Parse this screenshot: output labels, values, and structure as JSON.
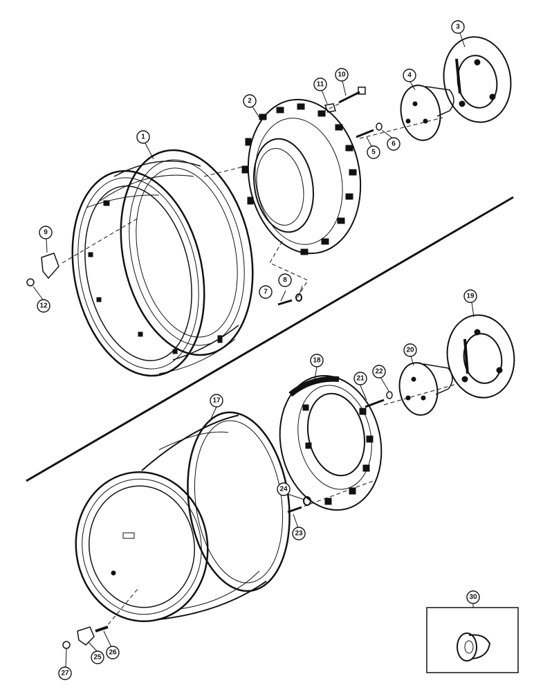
{
  "callouts": [
    "1",
    "2",
    "3",
    "4",
    "5",
    "6",
    "7",
    "8",
    "9",
    "10",
    "11",
    "12",
    "17",
    "18",
    "19",
    "20",
    "21",
    "22",
    "23",
    "24",
    "25",
    "26",
    "27",
    "30"
  ]
}
